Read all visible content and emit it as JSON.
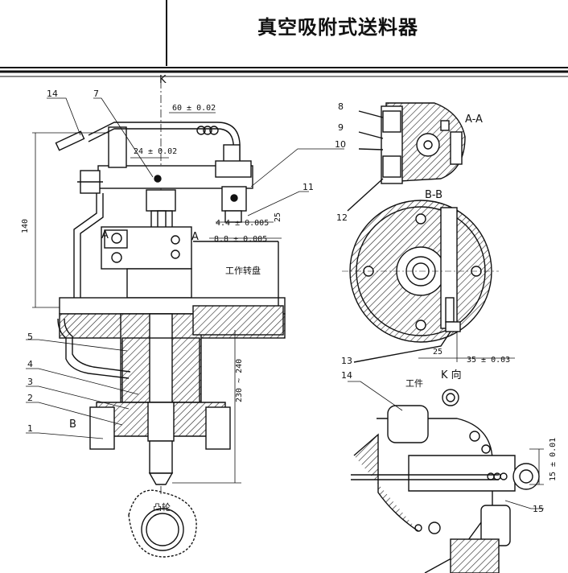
{
  "title": "真空吸附式送料器",
  "view_labels": {
    "k_mark": "K",
    "section_aa": "A-A",
    "section_bb": "B-B",
    "k_view": "K 向",
    "b_mark": "B",
    "a_mark": "A",
    "workpiece": "工件",
    "work_turntable": "工作转盘",
    "cam": "凸轮"
  },
  "part_numbers": [
    "1",
    "2",
    "3",
    "4",
    "5",
    "7",
    "8",
    "9",
    "10",
    "11",
    "12",
    "13",
    "14",
    "15"
  ],
  "part_numbers_right": {
    "p8": "8",
    "p9": "9",
    "p10": "10",
    "p11": "11",
    "p12": "12",
    "p13": "13",
    "p14": "14",
    "p15": "15"
  },
  "dimensions": {
    "d60": "60 ± 0.02",
    "d24": "24 ± 0.02",
    "d140": "140",
    "d4_4": "4.4 ± 0.005",
    "d8_8": "8.8 ± 0.005",
    "d25a": "25",
    "d230": "230 ~ 240",
    "d25b": "25",
    "d35": "35 ± 0.03",
    "d15": "15 ± 0.01"
  }
}
